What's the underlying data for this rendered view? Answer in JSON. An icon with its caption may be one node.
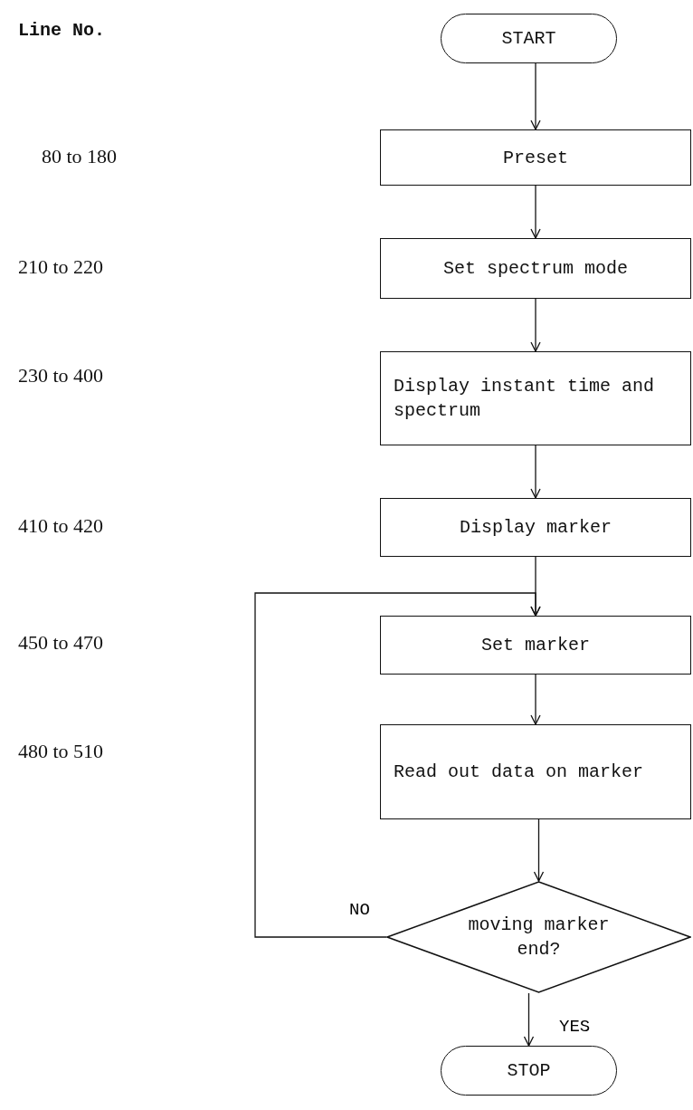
{
  "diagram": {
    "nodes": [
      {
        "text": [
          "START"
        ]
      },
      {
        "text": [
          "Preset"
        ]
      },
      {
        "text": [
          "Set spectrum mode"
        ]
      },
      {
        "text": [
          "Display instant time and spectrum"
        ]
      },
      {
        "text": [
          "Display marker"
        ]
      },
      {
        "text": [
          "Set marker"
        ]
      },
      {
        "text": [
          "Read out data on marker"
        ]
      },
      {
        "text": [
          "moving marker end?"
        ]
      },
      {
        "text": [
          "STOP"
        ]
      }
    ],
    "edges": [
      {
        "from": 0,
        "to": 1,
        "arrow": "to"
      },
      {
        "from": 1,
        "to": 2,
        "arrow": "to"
      },
      {
        "from": 2,
        "to": 3,
        "arrow": "to"
      },
      {
        "from": 3,
        "to": 4,
        "arrow": "to"
      },
      {
        "from": 4,
        "to": 5,
        "arrow": "to"
      },
      {
        "from": 5,
        "to": 6,
        "arrow": "to"
      },
      {
        "from": 6,
        "to": 7,
        "arrow": "to"
      },
      {
        "from": 7,
        "to": 5,
        "arrow": "to",
        "label": "NO"
      },
      {
        "from": 7,
        "to": 8,
        "arrow": "to",
        "label": "YES"
      }
    ],
    "labels": [
      "Line No.",
      "80 to 180",
      "210 to 220",
      "230 to 400",
      "410 to 420",
      "450 to 470",
      "480 to 510"
    ]
  }
}
